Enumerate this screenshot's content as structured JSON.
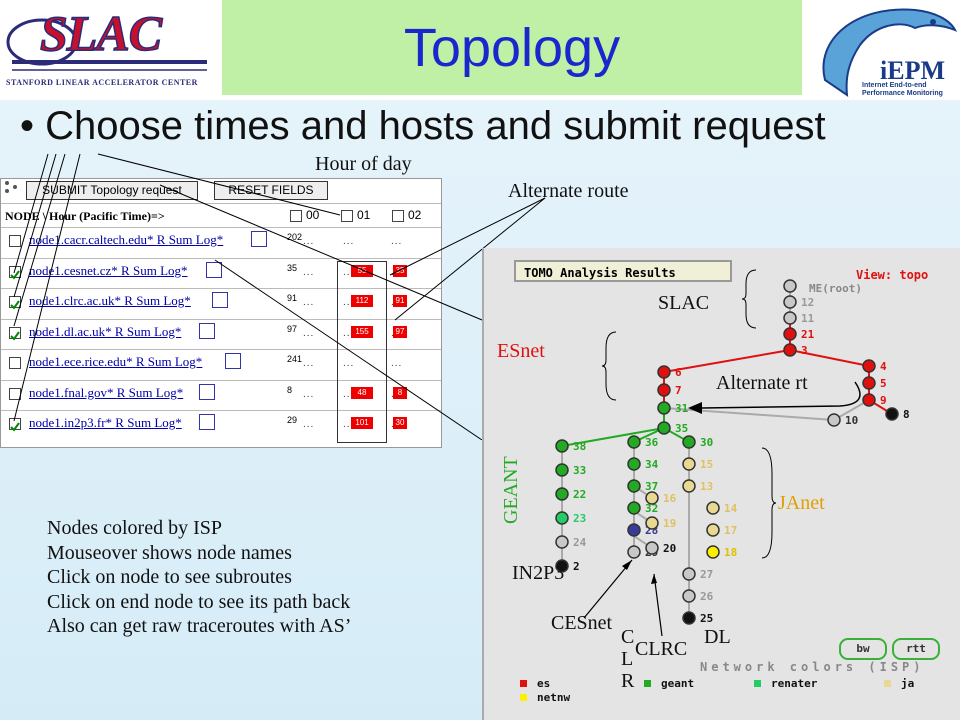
{
  "title": "Topology",
  "logos": {
    "slac_word": "SLAC",
    "slac_sub": "STANFORD LINEAR ACCELERATOR CENTER",
    "iepm_word": "iEPM",
    "iepm_sub": "Internet End-to-end Performance Monitoring"
  },
  "bullet": "Choose times and hosts and submit request",
  "annotations": {
    "hour_of_day": "Hour of day",
    "alternate_route": "Alternate route",
    "slac": "SLAC",
    "esnet": "ESnet",
    "alternate_rt": "Alternate rt",
    "geant": "GEANT",
    "janet": "JAnet",
    "in2p3": "IN2P3",
    "cesnet": "CESnet",
    "clrc_vertical": [
      "C",
      "L",
      "R"
    ],
    "clrc": "CLRC",
    "dl": "DL"
  },
  "notes": [
    "Nodes colored by ISP",
    "Mouseover shows node names",
    "Click on node to see subroutes",
    "Click on end node to see its path back",
    "Also can get raw traceroutes with AS’"
  ],
  "form": {
    "submit_label": "SUBMIT Topology request",
    "reset_label": "RESET FIELDS",
    "header_label": "NODE \\ Hour (Pacific Time)=>",
    "hours": [
      "00",
      "01",
      "02"
    ],
    "row_link_r": "R",
    "row_link_sum": "Sum",
    "row_link_log": "Log*",
    "rows": [
      {
        "host": "node1.cacr.caltech.edu*",
        "checked": false,
        "num": "202",
        "v1": "",
        "v2": ""
      },
      {
        "host": "node1.cesnet.cz*",
        "checked": true,
        "num": "35",
        "v1": "55",
        "v2": "35"
      },
      {
        "host": "node1.clrc.ac.uk*",
        "checked": true,
        "num": "91",
        "v1": "112",
        "v2": "91"
      },
      {
        "host": "node1.dl.ac.uk*",
        "checked": true,
        "num": "97",
        "v1": "155",
        "v2": "97"
      },
      {
        "host": "node1.ece.rice.edu*",
        "checked": false,
        "num": "241",
        "v1": "",
        "v2": ""
      },
      {
        "host": "node1.fnal.gov*",
        "checked": false,
        "num": "8",
        "v1": "48",
        "v2": "8"
      },
      {
        "host": "node1.in2p3.fr*",
        "checked": true,
        "num": "29",
        "v1": "101",
        "v2": "30"
      }
    ]
  },
  "tomo": {
    "panel_title": "TOMO Analysis Results",
    "view_label": "View: topo",
    "root_label": "ME(root)",
    "footer_title": "Network colors (ISP)",
    "footer_buttons": [
      "bw",
      "rtt"
    ],
    "legend": [
      {
        "name": "es",
        "color": "#e01010"
      },
      {
        "name": "geant",
        "color": "#22aa22"
      },
      {
        "name": "renater",
        "color": "#22cc66"
      },
      {
        "name": "ja",
        "color": "#e8d890"
      },
      {
        "name": "netnw",
        "color": "#ffee00"
      }
    ],
    "chain_top": [
      "12",
      "11",
      "21",
      "3"
    ],
    "chain_es": [
      "6",
      "7",
      "31"
    ],
    "chain_right": [
      "4",
      "5",
      "9"
    ],
    "alt_nodes": [
      "10",
      "8"
    ],
    "node35": "35",
    "col_geant": [
      "38",
      "33",
      "22",
      "23",
      "24",
      "2"
    ],
    "col_cesnet": [
      "36",
      "34",
      "37",
      "32",
      "28",
      "29"
    ],
    "col_cesnet_side": [
      "16",
      "19",
      "20"
    ],
    "col_janet": [
      "30",
      "15",
      "13",
      "14",
      "17",
      "18",
      "27",
      "26",
      "25"
    ]
  }
}
